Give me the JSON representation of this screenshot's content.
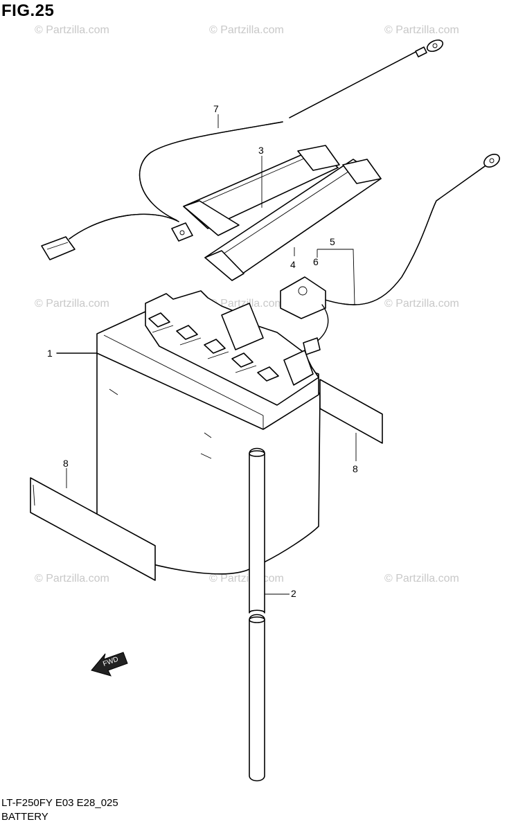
{
  "figure": {
    "title": "FIG.25",
    "model_code": "LT-F250FY E03 E28_025",
    "section_name": "BATTERY"
  },
  "watermark": {
    "text": "© Partzilla.com"
  },
  "direction_marker": {
    "label": "FWD"
  },
  "callouts": [
    {
      "id": "callout-1",
      "label": "1"
    },
    {
      "id": "callout-2",
      "label": "2"
    },
    {
      "id": "callout-3",
      "label": "3"
    },
    {
      "id": "callout-4",
      "label": "4"
    },
    {
      "id": "callout-5",
      "label": "5"
    },
    {
      "id": "callout-6",
      "label": "6"
    },
    {
      "id": "callout-7",
      "label": "7"
    },
    {
      "id": "callout-8a",
      "label": "8"
    },
    {
      "id": "callout-8b",
      "label": "8"
    }
  ]
}
